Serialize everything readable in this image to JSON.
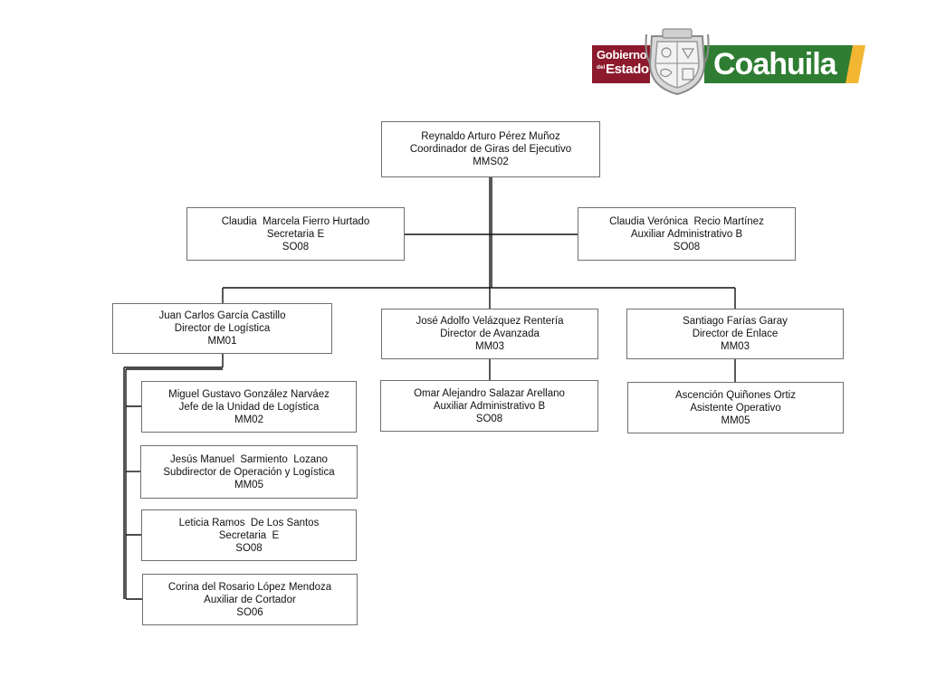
{
  "header": {
    "logo": {
      "text_gobierno": "Gobierno",
      "text_del": "del",
      "text_estado": "Estado",
      "text_state": "Coahuila",
      "colors": {
        "maroon": "#8c1a2c",
        "green": "#2e7d32",
        "gold": "#f2b632",
        "seal": "#c9c9c9"
      }
    }
  },
  "org": {
    "coordinator": {
      "name": "Reynaldo Arturo Pérez Muñoz",
      "title": "Coordinador de Giras del Ejecutivo",
      "code": "MMS02"
    },
    "staff_left": {
      "name": "Claudia  Marcela Fierro Hurtado",
      "title": "Secretaria E",
      "code": "SO08"
    },
    "staff_right": {
      "name": "Claudia Verónica  Recio Martínez",
      "title": "Auxiliar Administrativo B",
      "code": "SO08"
    },
    "logistics": {
      "name": "Juan Carlos García Castillo",
      "title": "Director de Logística",
      "code": "MM01"
    },
    "advance": {
      "name": "José Adolfo Velázquez Rentería",
      "title": "Director de Avanzada",
      "code": "MM03"
    },
    "liaison": {
      "name": "Santiago Farías Garay",
      "title": "Director de Enlace",
      "code": "MM03"
    },
    "logistics_unit_head": {
      "name": "Miguel Gustavo González Narváez",
      "title": "Jefe de la Unidad de Logística",
      "code": "MM02"
    },
    "operations_subdirector": {
      "name": "Jesús Manuel  Sarmiento  Lozano",
      "title": "Subdirector de Operación y Logística",
      "code": "MM05"
    },
    "logistics_secretary": {
      "name": "Leticia Ramos  De Los Santos",
      "title": "Secretaria  E",
      "code": "SO08"
    },
    "cutter_assistant": {
      "name": "Corina del Rosario López Mendoza",
      "title": "Auxiliar de Cortador",
      "code": "SO06"
    },
    "advance_assistant": {
      "name": "Omar Alejandro Salazar Arellano",
      "title": "Auxiliar Administrativo B",
      "code": "SO08"
    },
    "liaison_assistant": {
      "name": "Ascención Quiñones Ortiz",
      "title": "Asistente Operativo",
      "code": "MM05"
    }
  }
}
